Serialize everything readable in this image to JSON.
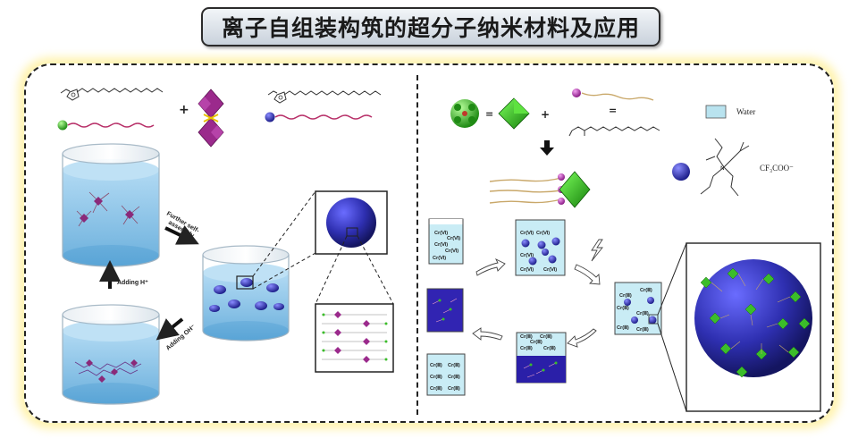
{
  "title": "离子自组装构筑的超分子纳米材料及应用",
  "left_panel": {
    "operators": {
      "plus": "+"
    },
    "arrows": {
      "further_line1": "Further self-",
      "further_line2": "assembly",
      "adding_h": "Adding H⁺",
      "adding_oh": "Adding OH⁻"
    }
  },
  "right_panel": {
    "operators": {
      "equals": "=",
      "plus": "+"
    },
    "legend": {
      "water": "Water"
    },
    "counter_ion": "CF₃COO⁻",
    "cr6": "Cr(Ⅵ)",
    "cr3": "Cr(Ⅲ)"
  },
  "colors": {
    "nanosphere": "#2e2fb0",
    "polyoxometalate": "#9b2a8c",
    "water": "#8fc4e8",
    "green_cluster": "#3bbd2a"
  }
}
